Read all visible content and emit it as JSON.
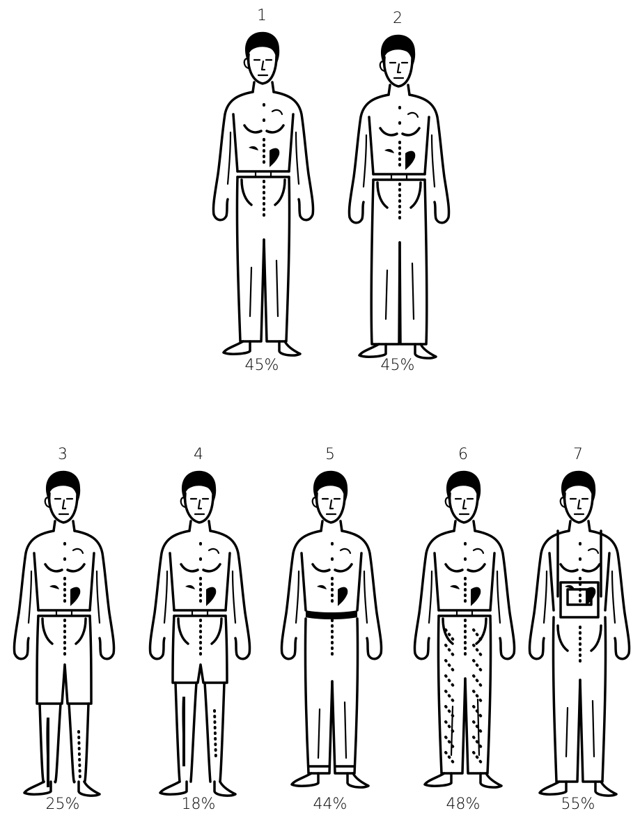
{
  "figures": [
    {
      "label": "1",
      "percent": "45%",
      "garment": "trousers"
    },
    {
      "label": "2",
      "percent": "45%",
      "garment": "wide-trousers"
    },
    {
      "label": "3",
      "percent": "25%",
      "garment": "long-shorts"
    },
    {
      "label": "4",
      "percent": "18%",
      "garment": "short-shorts"
    },
    {
      "label": "5",
      "percent": "44%",
      "garment": "track-pants"
    },
    {
      "label": "6",
      "percent": "48%",
      "garment": "patterned-trousers"
    },
    {
      "label": "7",
      "percent": "55%",
      "garment": "overalls"
    }
  ],
  "colors": {
    "ink": "#000000",
    "background": "#ffffff"
  }
}
